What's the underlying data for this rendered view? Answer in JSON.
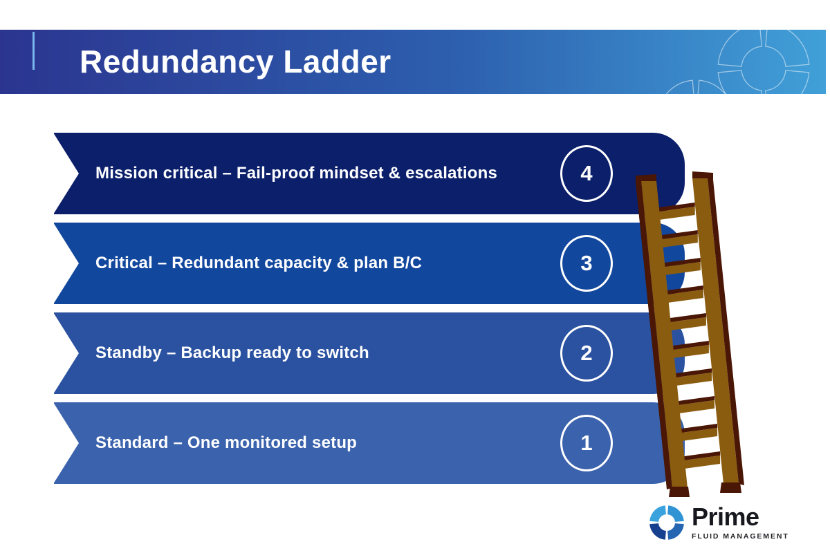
{
  "header": {
    "title": "Redundancy Ladder",
    "gradient_left": "#2B3590",
    "gradient_right": "#41A0D8",
    "accent_line_color": "#79B7EC"
  },
  "levels": [
    {
      "number": "4",
      "label": "Mission critical – Fail-proof mindset & escalations",
      "color": "#0B1F6B"
    },
    {
      "number": "3",
      "label": "Critical – Redundant capacity & plan B/C",
      "color": "#12479E"
    },
    {
      "number": "2",
      "label": "Standby – Backup ready to switch",
      "color": "#2B52A0"
    },
    {
      "number": "1",
      "label": "Standard – One monitored setup",
      "color": "#3B62AD"
    }
  ],
  "ladder": {
    "wood_color": "#8A5C10",
    "shadow_color": "#4A1605"
  },
  "logo": {
    "brand": "Prime",
    "tagline": "FLUID MANAGEMENT",
    "mark_colors": [
      "#2F93D4",
      "#2565B2",
      "#17408F",
      "#3AA3DE"
    ]
  },
  "decor": {
    "pinwheel_outline_color": "rgba(255,255,255,0.5)"
  }
}
